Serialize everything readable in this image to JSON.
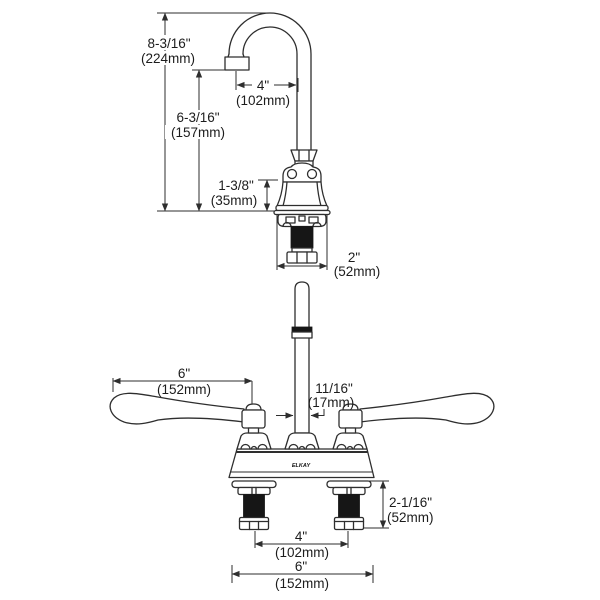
{
  "diagram": {
    "brand_label": "ELKAY",
    "dimensions": {
      "spout_height": {
        "in": "8-3/16\"",
        "mm": "(224mm)"
      },
      "spout_tip_height": {
        "in": "6-3/16\"",
        "mm": "(157mm)"
      },
      "spout_reach": {
        "in": "4\"",
        "mm": "(102mm)"
      },
      "bonnet_height": {
        "in": "1-3/8\"",
        "mm": "(35mm)"
      },
      "base_width": {
        "in": "2\"",
        "mm": "(52mm)"
      },
      "handle_length": {
        "in": "6\"",
        "mm": "(152mm)"
      },
      "riser_diameter": {
        "in": "11/16\"",
        "mm": "(17mm)"
      },
      "shank_length": {
        "in": "2-1/16\"",
        "mm": "(52mm)"
      },
      "faucet_centers": {
        "in": "4\"",
        "mm": "(102mm)"
      },
      "deck_width": {
        "in": "6\"",
        "mm": "(152mm)"
      }
    }
  }
}
